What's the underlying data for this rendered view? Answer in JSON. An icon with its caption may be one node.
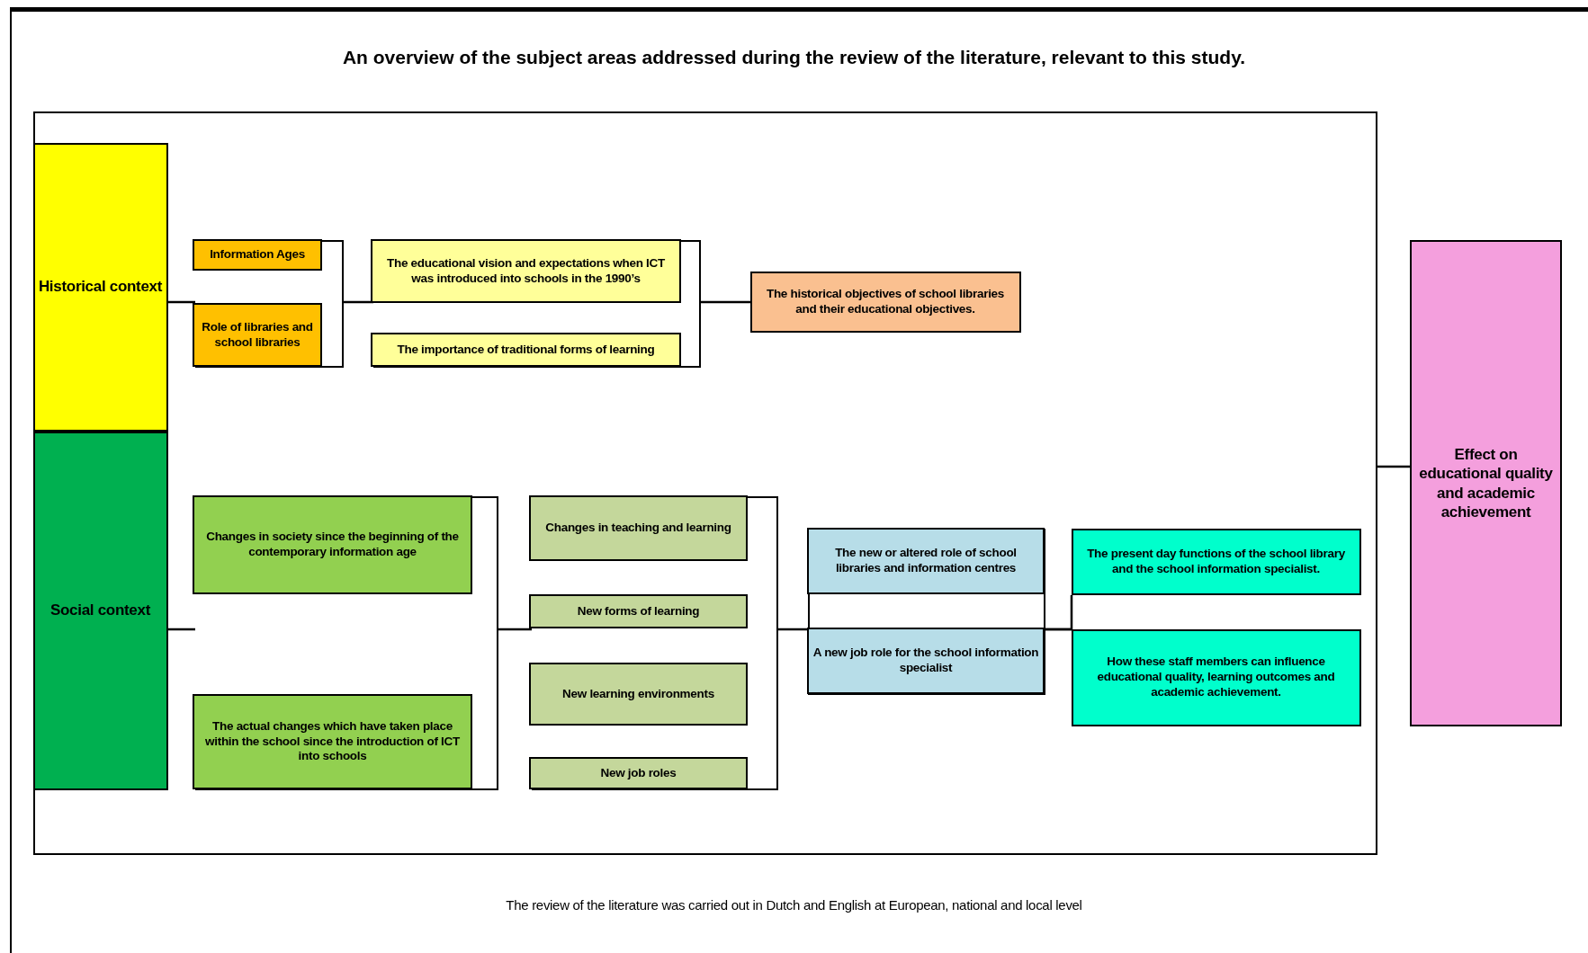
{
  "diagram": {
    "title": "An overview of the subject areas addressed during the  review of the literature,  relevant to this study.",
    "caption": "The review of the literature was carried out in Dutch and English at European, national and local level",
    "nodes": [
      {
        "text": [],
        "shape": "box"
      },
      {
        "text": [
          "Historical context"
        ],
        "in": 0
      },
      {
        "text": [
          "Social context"
        ],
        "in": 0
      },
      {
        "text": [],
        "shape": "box",
        "in": 0
      },
      {
        "text": [
          "Information Ages"
        ],
        "in": 3
      },
      {
        "text": [
          "Role of libraries and school libraries"
        ],
        "in": 3
      },
      {
        "text": [],
        "shape": "box",
        "in": 0
      },
      {
        "text": [
          "The educational vision and expectations when ICT was introduced into schools in the 1990’s"
        ],
        "in": 6
      },
      {
        "text": [
          "The importance of traditional forms of learning"
        ],
        "in": 6
      },
      {
        "text": [
          "The historical objectives of school libraries and their educational objectives."
        ],
        "in": 0
      },
      {
        "text": [],
        "shape": "box",
        "in": 0
      },
      {
        "text": [
          "Changes in society since the beginning of the contemporary information  age"
        ],
        "in": 10
      },
      {
        "text": [
          "The actual changes which have taken place within the school since the introduction of ICT into schools"
        ],
        "in": 10
      },
      {
        "text": [],
        "shape": "box",
        "in": 0
      },
      {
        "text": [
          "Changes in teaching and learning"
        ],
        "in": 13
      },
      {
        "text": [
          "New forms of learning"
        ],
        "in": 13
      },
      {
        "text": [
          "New learning environments"
        ],
        "in": 13
      },
      {
        "text": [
          "New job roles"
        ],
        "in": 13
      },
      {
        "text": [],
        "shape": "box",
        "in": 0
      },
      {
        "text": [
          "The new or altered role of school libraries and information centres"
        ],
        "in": 18
      },
      {
        "text": [
          "A new job role for the school information specialist"
        ],
        "in": 18
      },
      {
        "text": [
          "The present day functions of the school library and the school information specialist."
        ],
        "in": 0
      },
      {
        "text": [
          "How these staff members can influence educational quality, learning outcomes and academic achievement."
        ],
        "in": 0
      },
      {
        "text": [
          "Effect on educational quality and academic achievement"
        ]
      }
    ],
    "edges": [
      {
        "from": 1,
        "to": 3,
        "arrow": "none"
      },
      {
        "from": 3,
        "to": 6,
        "arrow": "none"
      },
      {
        "from": 6,
        "to": 9,
        "arrow": "none"
      },
      {
        "from": 2,
        "to": 10,
        "arrow": "none"
      },
      {
        "from": 10,
        "to": 13,
        "arrow": "none"
      },
      {
        "from": 13,
        "to": 18,
        "arrow": "none"
      },
      {
        "from": 18,
        "to": 21,
        "arrow": "none"
      },
      {
        "from": 18,
        "to": 22,
        "arrow": "none"
      },
      {
        "from": 0,
        "to": 23,
        "arrow": "none"
      }
    ]
  }
}
